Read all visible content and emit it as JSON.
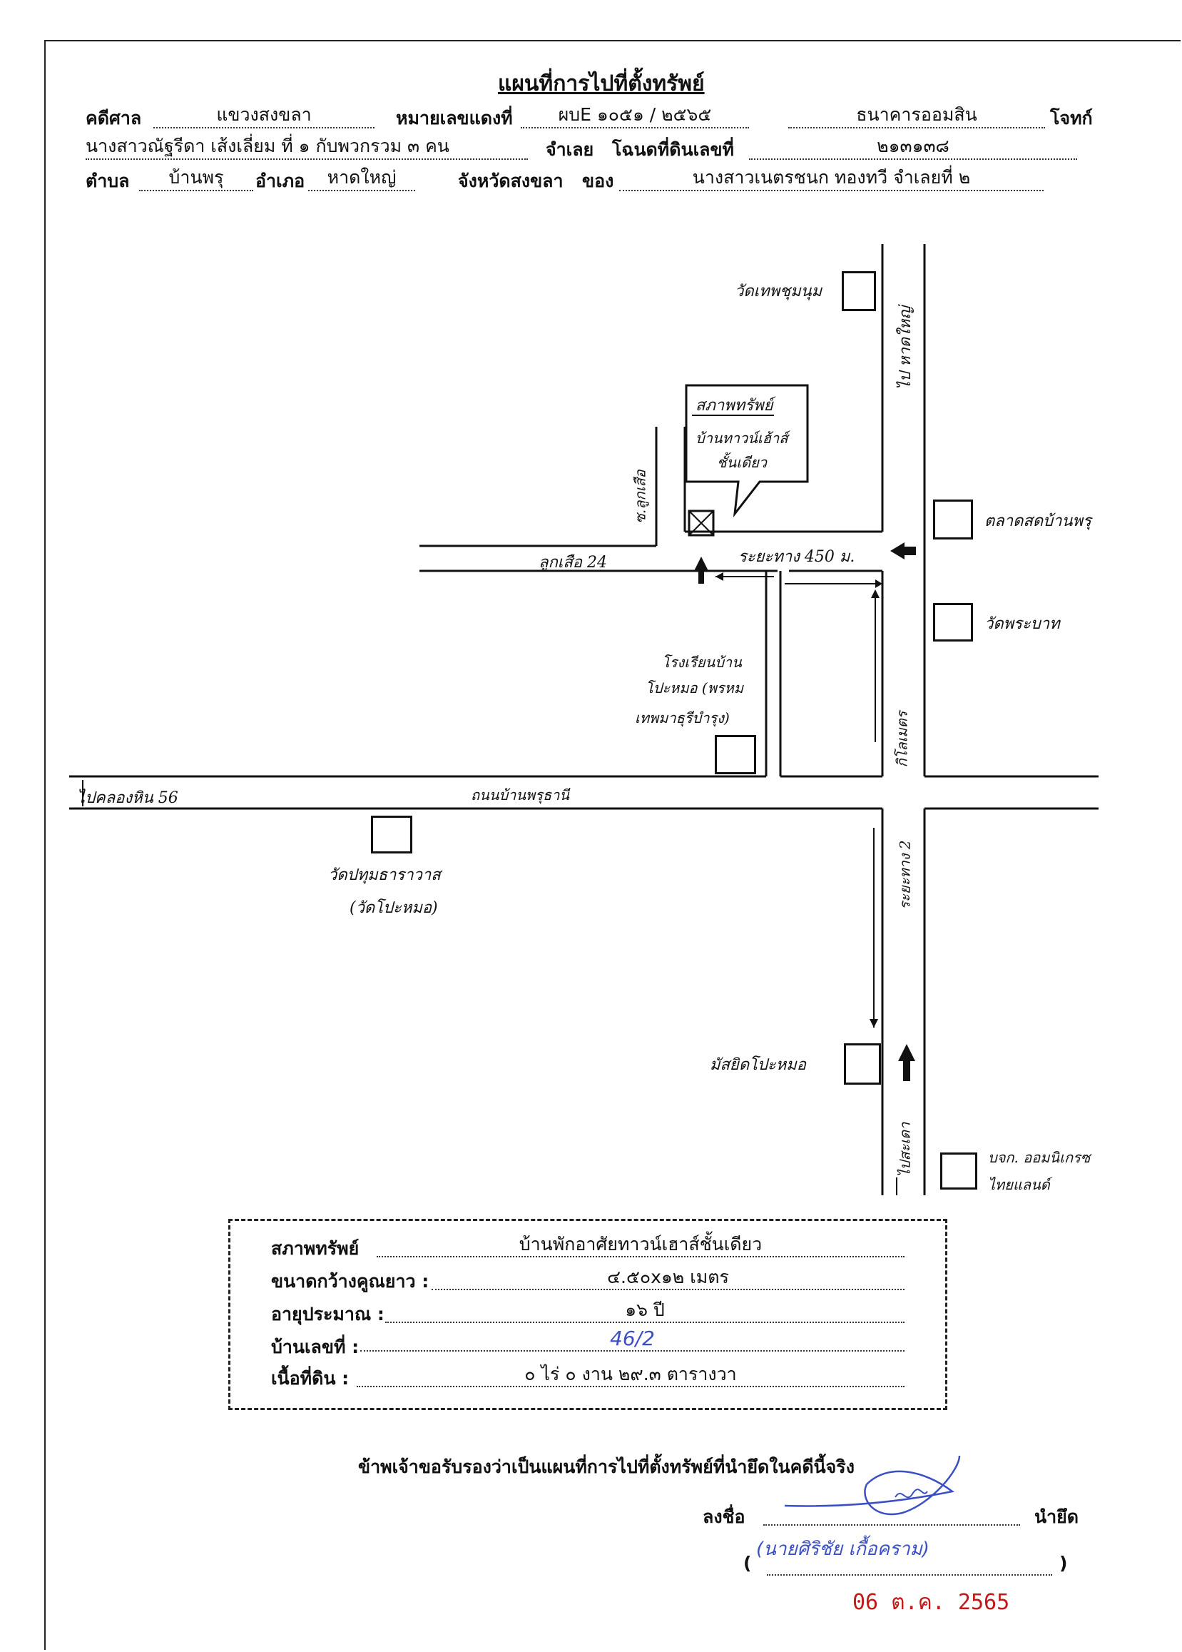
{
  "header": {
    "title": "แผนที่การไปที่ตั้งทรัพย์",
    "court_label": "คดีศาล",
    "court_value": "แขวงสงขลา",
    "case_no_label": "หมายเลขแดงที่",
    "case_no_value": "ผบE ๑๐๕๑ / ๒๕๖๕",
    "plaintiff_value": "ธนาคารออมสิน",
    "plaintiff_label": "โจทก์",
    "defendant_value": "นางสาวณัฐรีดา เส้งเลี่ยม ที่ ๑ กับพวกรวม ๓ คน",
    "defendant_label": "จำเลย",
    "deed_label": "โฉนดที่ดินเลขที่",
    "deed_value": "๒๑๓๑๓๘",
    "subdistrict_label": "ตำบล",
    "subdistrict_value": "บ้านพรุ",
    "district_label": "อำเภอ",
    "district_value": "หาดใหญ่",
    "province_label": "จังหวัดสงขลา",
    "owner_label": "ของ",
    "owner_value": "นางสาวเนตรชนก ทองทวี จำเลยที่ ๒"
  },
  "map_labels": {
    "temple_north": "วัดเทพชุมนุม",
    "to_hatyai": "ไป หาดใหญ่",
    "callout_title": "สภาพทรัพย์",
    "callout_line1": "บ้านทาวน์เฮ้าส์",
    "callout_line2": "ชั้นเดียว",
    "soi_lane": "ซ.ลูกเสือ",
    "soi_road": "ลูกเสือ 24",
    "distance": "ระยะทาง 450 ม.",
    "market": "ตลาดสดบ้านพรุ",
    "temple_east": "วัดพระบาท",
    "school_line1": "โรงเรียนบ้าน",
    "school_line2": "โปะหมอ (พรหม",
    "school_line3": "เทพมาธุรีบำรุง)",
    "km_marker": "กิโลเมตร",
    "to_klong": "ไปคลองหิน 56",
    "main_road": "ถนนบ้านพรุธานี",
    "temple_west_line1": "วัดปทุมธาราวาส",
    "temple_west_line2": "(วัดโปะหมอ)",
    "distance2": "ระยะทาง 2",
    "mosque": "มัสยิดโปะหมอ",
    "to_padang": "ไปสะเดา",
    "bank_line1": "บจก. ออมนิเกรซ",
    "bank_line2": "ไทยแลนด์"
  },
  "property": {
    "condition_label": "สภาพทรัพย์",
    "condition_value": "บ้านพักอาศัยทาวน์เฮาส์ชั้นเดียว",
    "size_label": "ขนาดกว้างคูณยาว :",
    "size_value": "๔.๕๐x๑๒ เมตร",
    "age_label": "อายุประมาณ :",
    "age_value": "๑๖ ปี",
    "house_no_label": "บ้านเลขที่ :",
    "house_no_value": "46/2",
    "land_label": "เนื้อที่ดิน :",
    "land_value": "๐ ไร่ ๐ งาน ๒๙.๓ ตารางวา"
  },
  "certification": {
    "statement": "ข้าพเจ้าขอรับรองว่าเป็นแผนที่การไปที่ตั้งทรัพย์ที่นำยึดในคดีนี้จริง",
    "sign_label": "ลงชื่อ",
    "sign_role": "นำยึด",
    "open_paren": "(",
    "signer_name": "(นายศิริชัย  เกื้อคราม)",
    "close_paren": ")",
    "date_stamp": "06 ต.ค. 2565"
  },
  "colors": {
    "ink": "#111111",
    "blue_ink": "#3b4fc4",
    "red_stamp": "#c41818"
  }
}
